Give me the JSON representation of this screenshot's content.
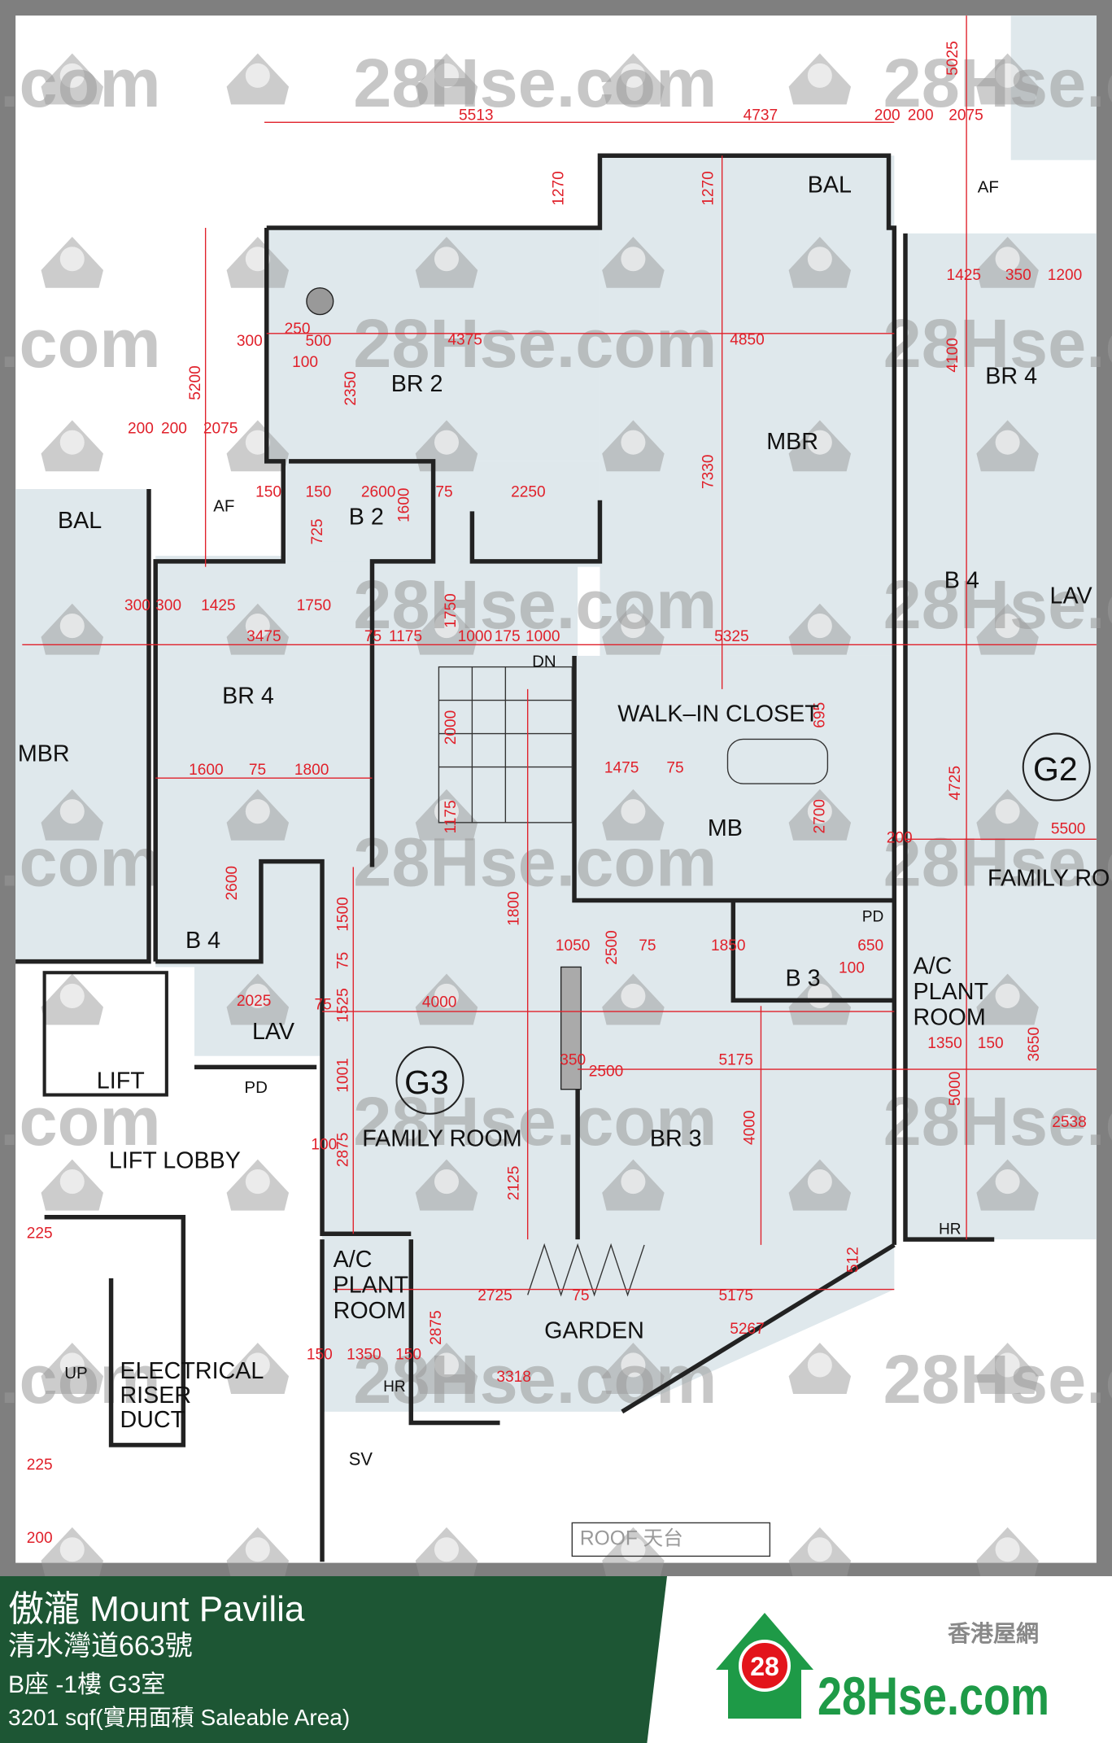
{
  "watermark": {
    "text": "28Hse.com",
    "badge": "28"
  },
  "rooms": {
    "br2": "BR  2",
    "mbr": "MBR",
    "bal_top": "BAL",
    "bal_left": "BAL",
    "br4_left": "BR  4",
    "mbr_left": "MBR",
    "b2": "B  2",
    "b4_left": "B  4",
    "lav_left": "LAV",
    "lift": "LIFT",
    "pd_lobby": "PD",
    "lift_lobby": "LIFT  LOBBY",
    "elec1": "ELECTRICAL",
    "elec2": "RISER",
    "elec3": "DUCT",
    "up": "UP",
    "walk_in": "WALK–IN  CLOSET",
    "mb": "MB",
    "family": "FAMILY  ROOM",
    "unit": "G3",
    "br3": "BR  3",
    "b3": "B  3",
    "pd_b3": "PD",
    "garden": "GARDEN",
    "ac1": "A/C",
    "ac2": "PLANT",
    "ac3": "ROOM",
    "sv": "SV",
    "hr": "HR",
    "dn": "DN",
    "af_left": "AF",
    "af_right": "AF",
    "roof": "ROOF 天台",
    "br4_right": "BR  4",
    "b4_right": "B  4",
    "lav_right": "LAV",
    "unit_right": "G2",
    "family_right": "FAMILY  RO",
    "ac_r1": "A/C",
    "ac_r2": "PLANT",
    "ac_r3": "ROOM",
    "hr_right": "HR"
  },
  "dimensions": [
    "5513",
    "4737",
    "200",
    "200",
    "2075",
    "1270",
    "1270",
    "4375",
    "4850",
    "2350",
    "5200",
    "300",
    "250",
    "500",
    "100",
    "200",
    "200",
    "2075",
    "150",
    "150",
    "2600",
    "75",
    "2250",
    "1600",
    "725",
    "7330",
    "300",
    "300",
    "1425",
    "1750",
    "3475",
    "75",
    "1175",
    "1750",
    "1000",
    "175",
    "1000",
    "5325",
    "1600",
    "75",
    "1800",
    "2000",
    "1175",
    "695",
    "1475",
    "75",
    "2700",
    "2600",
    "1500",
    "75",
    "1525",
    "4000",
    "1800",
    "1050",
    "2500",
    "75",
    "1850",
    "650",
    "100",
    "2500",
    "350",
    "5175",
    "4000",
    "2025",
    "75",
    "1001",
    "2875",
    "2125",
    "100",
    "2725",
    "75",
    "5175",
    "5267",
    "512",
    "1350",
    "150",
    "2875",
    "3318",
    "150",
    "4100",
    "4725",
    "5500",
    "1425",
    "350",
    "1200",
    "5025",
    "3650",
    "5000",
    "1350",
    "150",
    "2538",
    "200",
    "225",
    "225",
    "200"
  ],
  "footer": {
    "title": "傲瀧 Mount Pavilia",
    "address": "清水灣道663號",
    "unit": "B座 -1樓 G3室",
    "area": "3201 sqf(實用面積 Saleable Area)",
    "logo_tagline": "香港屋網",
    "logo_text": "28Hse.com",
    "logo_badge": "28"
  },
  "colors": {
    "banner": "#1d5634",
    "dimension": "#e0202a",
    "room_fill": "#dfe8ec",
    "logo_green": "#1e9a47",
    "logo_red": "#e3141b"
  }
}
